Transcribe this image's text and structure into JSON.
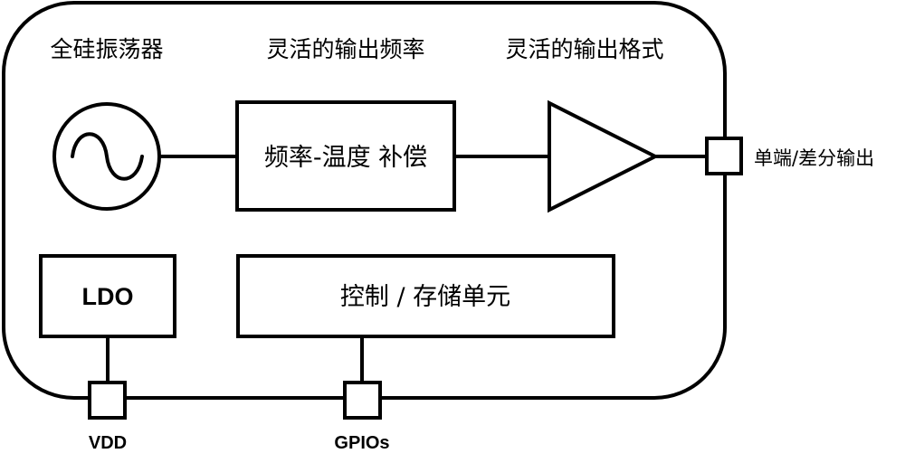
{
  "diagram": {
    "section_titles": {
      "oscillator": "全硅振荡器",
      "frequency": "灵活的输出频率",
      "format": "灵活的输出格式"
    },
    "blocks": {
      "compensation": "频率-温度 补偿",
      "ldo": "LDO",
      "control": "控制 / 存储单元"
    },
    "pins": {
      "output": "单端/差分输出",
      "vdd": "VDD",
      "gpio": "GPIOs"
    },
    "icons": {
      "oscillator": "sine-wave-source-icon",
      "buffer": "amplifier-triangle-icon"
    },
    "colors": {
      "stroke": "#000000",
      "background": "#ffffff"
    }
  }
}
